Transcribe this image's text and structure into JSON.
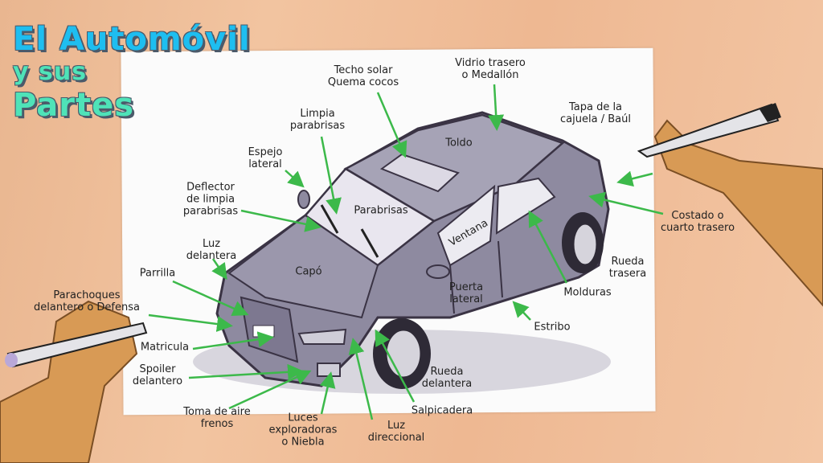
{
  "title": {
    "line1": "El Automóvil",
    "line2": "y sus",
    "line3": "Partes"
  },
  "colors": {
    "arrow": "#3cb94a",
    "car_body": "#8e8aa0",
    "title_blue": "#1ebef0",
    "title_green": "#4fe3b8"
  },
  "labels": {
    "techo_solar": "Techo solar\nQuema cocos",
    "vidrio_trasero": "Vidrio trasero\no Medallón",
    "tapa_cajuela": "Tapa de la\ncajuela / Baúl",
    "limpia": "Limpia\nparabrisas",
    "toldo": "Toldo",
    "espejo": "Espejo\nlateral",
    "deflector": "Deflector\nde limpia\nparabrisas",
    "parabrisas": "Parabrisas",
    "ventana": "Ventana",
    "costado": "Costado o\ncuarto trasero",
    "luz_delantera": "Luz\ndelantera",
    "capo": "Capó",
    "rueda_trasera": "Rueda\ntrasera",
    "parrilla": "Parrilla",
    "puerta": "Puerta\nlateral",
    "molduras": "Molduras",
    "parachoques": "Parachoques\ndelantero o Defensa",
    "estribo": "Estribo",
    "matricula": "Matricula",
    "spoiler": "Spoiler\ndelantero",
    "rueda_delantera": "Rueda\ndelantera",
    "salpicadera": "Salpicadera",
    "toma_aire": "Toma de aire\nfrenos",
    "luces_niebla": "Luces\nexploradoras\no Niebla",
    "luz_direccional": "Luz\ndireccional"
  }
}
